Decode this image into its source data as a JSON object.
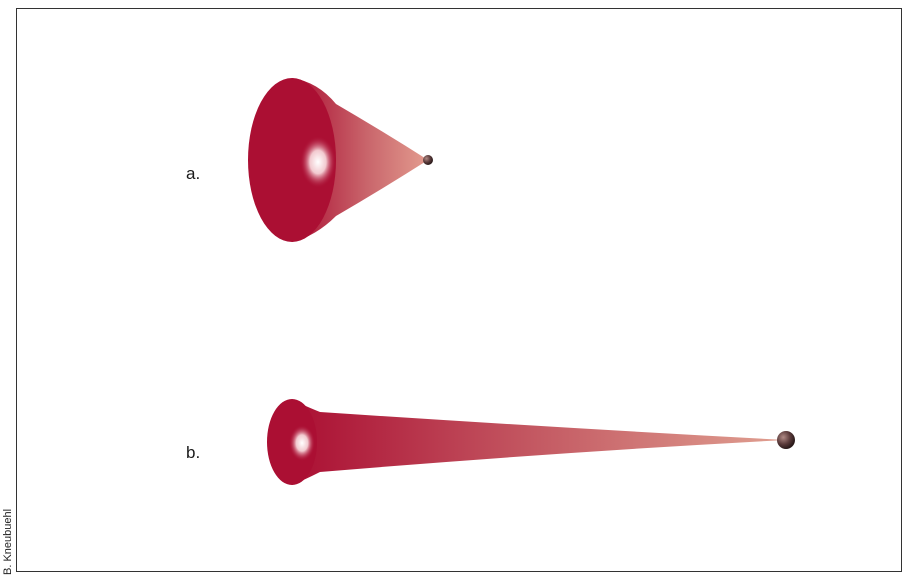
{
  "labels": {
    "a": "a.",
    "b": "b."
  },
  "credit": "B. Kneubuehl",
  "colors": {
    "cone_dark": "#ab0f33",
    "cone_light": "#d98a7e",
    "frame": "#333333",
    "sphere": "#5a3a3a"
  }
}
